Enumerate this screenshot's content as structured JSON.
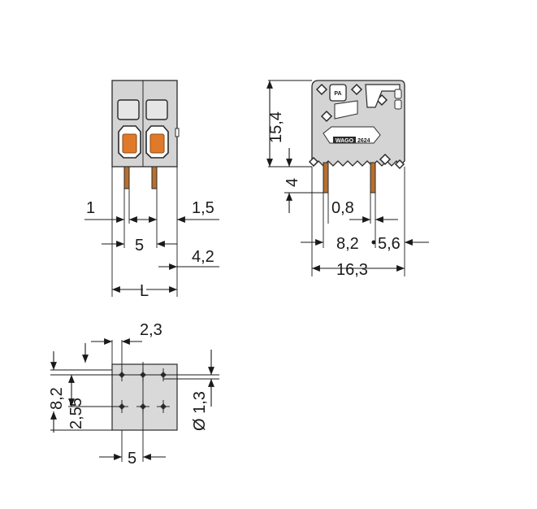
{
  "front_view": {
    "dim_left_pin": "1",
    "dim_right_gap": "1,5",
    "dim_pitch": "5",
    "dim_offset": "4,2",
    "dim_length": "L"
  },
  "side_view": {
    "dim_height": "15,4",
    "dim_pin_length": "4",
    "dim_pin_thickness": "0,8",
    "dim_pin_offset": "8,2",
    "dim_pin_offset_right": "5,6",
    "dim_depth": "16,3",
    "logo_text": "WAGO",
    "part_code": "2624",
    "marking": "PA"
  },
  "footprint_view": {
    "dim_top": "2,3",
    "dim_height": "8,2",
    "dim_row_spacing": "2,55",
    "dim_hole": "Ø 1,3",
    "dim_pitch": "5"
  },
  "colors": {
    "body": "#d4d4d4",
    "orange": "#e07a2b",
    "outline": "#2a2a2a"
  }
}
